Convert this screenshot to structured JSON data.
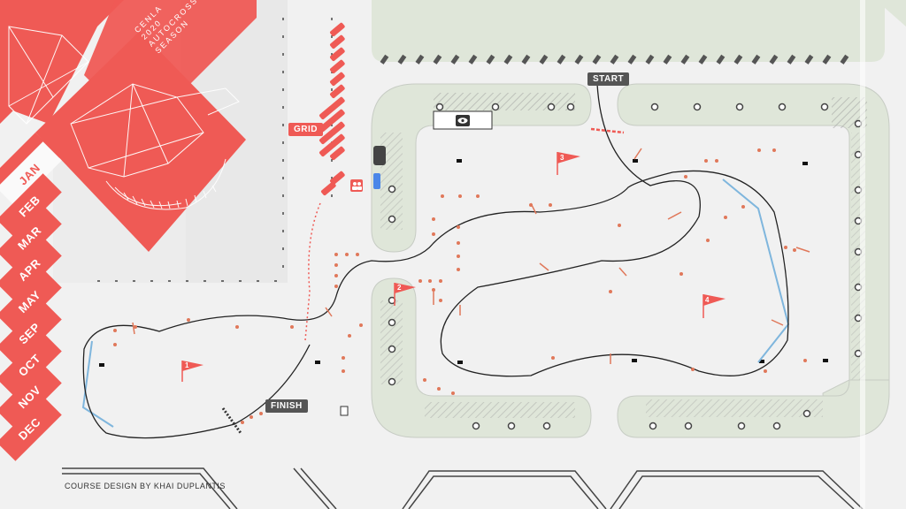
{
  "season": {
    "lines": [
      "CENLA",
      "2020",
      "AUTOCROSS",
      "SEASON"
    ]
  },
  "months": {
    "items": [
      "JAN",
      "FEB",
      "MAR",
      "APR",
      "MAY",
      "SEP",
      "OCT",
      "NOV",
      "DEC"
    ],
    "selected": "JAN"
  },
  "labels": {
    "start": "START",
    "finish": "FINISH",
    "grid": "GRID"
  },
  "flags": [
    "1",
    "2",
    "3",
    "4"
  ],
  "credit": "COURSE DESIGN BY KHAI DUPLANTIS",
  "colors": {
    "accent": "#ef5a55",
    "island": "#dfe6d9",
    "course_line": "#222222",
    "slalom": "#7fb6dd"
  },
  "icons": {
    "spectator": "eye-icon",
    "worker": "people-icon"
  }
}
